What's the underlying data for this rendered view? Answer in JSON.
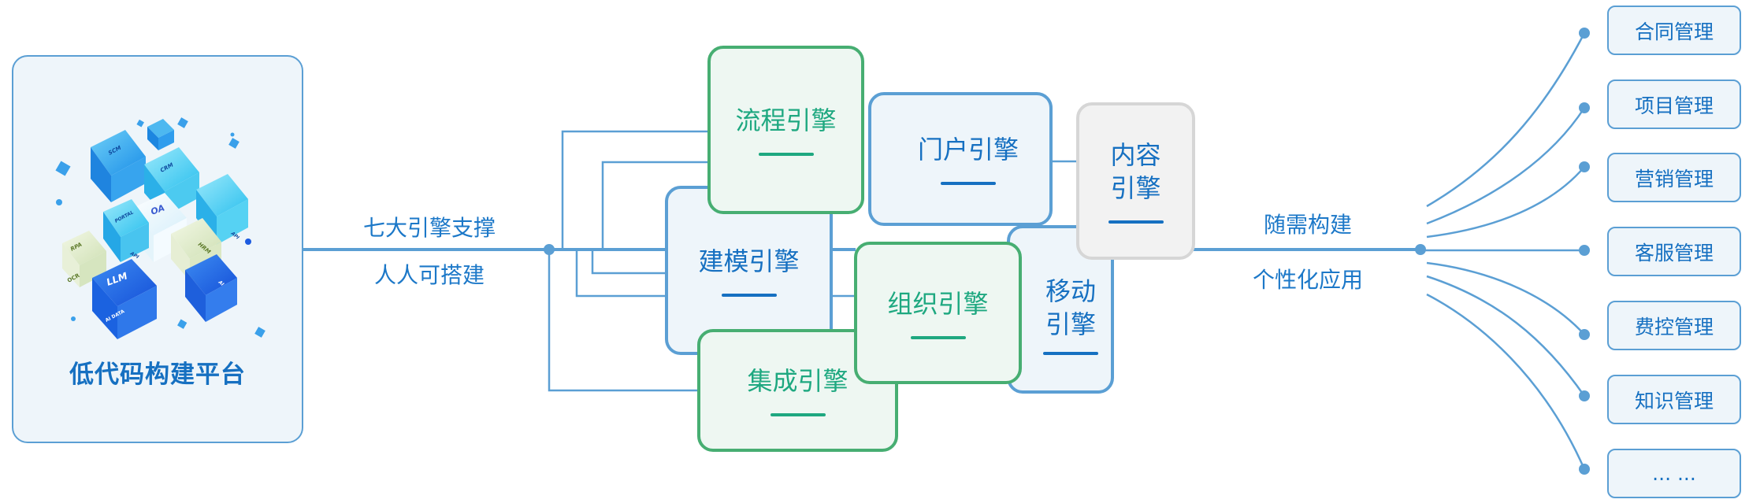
{
  "colors": {
    "line": "#5b9fd4",
    "blue_text": "#1670c1",
    "green_border": "#47ae72",
    "green_text": "#1ea880",
    "gray_border": "#d6d6d6"
  },
  "platform": {
    "title": "低代码构建平台",
    "illustration": "cube-cluster-illustration",
    "cube_labels": [
      "SCM",
      "CRM",
      "OA",
      "PORTAL",
      "API",
      "RPA",
      "OCR",
      "HRM",
      "LLM",
      "AI DATA",
      "API",
      "AI"
    ]
  },
  "left_connector": {
    "top_label": "七大引擎支撑",
    "bottom_label": "人人可搭建"
  },
  "engines": [
    {
      "id": "process",
      "name": "流程引擎",
      "style": "green"
    },
    {
      "id": "portal",
      "name": "门户引擎",
      "style": "blue"
    },
    {
      "id": "content",
      "name": "内容\n引擎",
      "style": "gray"
    },
    {
      "id": "modeling",
      "name": "建模引擎",
      "style": "blue"
    },
    {
      "id": "organization",
      "name": "组织引擎",
      "style": "green"
    },
    {
      "id": "mobile",
      "name": "移动\n引擎",
      "style": "blue"
    },
    {
      "id": "integration",
      "name": "集成引擎",
      "style": "green"
    }
  ],
  "right_connector": {
    "top_label": "随需构建",
    "bottom_label": "个性化应用"
  },
  "applications": [
    "合同管理",
    "项目管理",
    "营销管理",
    "客服管理",
    "费控管理",
    "知识管理",
    "... ..."
  ]
}
